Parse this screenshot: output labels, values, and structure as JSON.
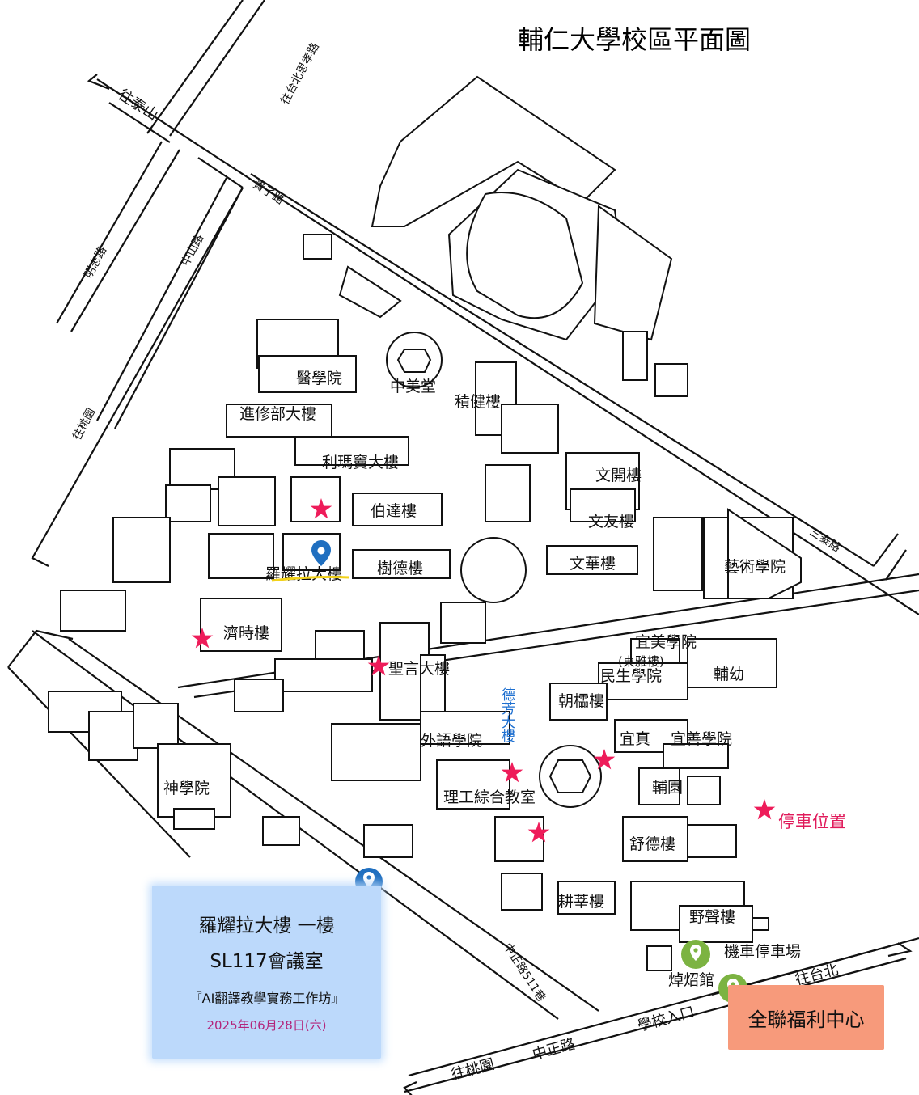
{
  "title": "輔仁大學校區平面圖",
  "roads": {
    "taishan": "往泰山",
    "xiao_bei_si": "往台北思孝路",
    "zhongzheng": "中正路",
    "to_taoyuan_bottom": "往桃園",
    "to_taipei": "往台北",
    "school_entrance": "學校入口",
    "guizi": "貴子路",
    "mingzhi": "明志路",
    "zhongshan": "中山路",
    "to_taoyuan_left": "往桃園",
    "santai": "三泰路",
    "zhongzheng_lane": "中正路511巷"
  },
  "buildings": {
    "medicine": "醫學院",
    "zhongmei": "中美堂",
    "jijian": "積健樓",
    "jinxiu": "進修部大樓",
    "limadou": "利瑪竇大樓",
    "boda": "伯達樓",
    "wenkai": "文開樓",
    "wenyou": "文友樓",
    "luoyaola": "羅耀拉大樓",
    "shude": "樹德樓",
    "wenhua": "文華樓",
    "art": "藝術學院",
    "jishi": "濟時樓",
    "shengyan": "聖言大樓",
    "yimei": "宜美學院",
    "dongya": "(東雅樓)",
    "minsheng": "民生學院",
    "fuyou": "輔幼",
    "defang": "德芳大樓",
    "chaolan": "朝櫺樓",
    "waiyu": "外語學院",
    "yizhen": "宜真",
    "yishan": "宜善學院",
    "shenxue": "神學院",
    "ligong": "理工綜合教室",
    "fuyuan": "輔園",
    "shude2": "舒德樓",
    "gengxin": "耕莘樓",
    "yesheng": "野聲樓",
    "motor_parking": "機車停車場",
    "zhuozhao": "焯炤館"
  },
  "legend": {
    "parking": "停車位置"
  },
  "info": {
    "line1": "羅耀拉大樓 一樓",
    "line2": "SL117會議室",
    "line3": "『AI翻譯教學實務工作坊』",
    "line4": "2025年06月28日(六)"
  },
  "store": {
    "label": "全聯福利中心"
  },
  "colors": {
    "star": "#ee1c5a",
    "pin_blue": "#1f6fc0",
    "pin_green": "#7cb342",
    "info_bg": "#bcd9fb",
    "store_bg": "#f79a7b",
    "highlight": "#f2d21b"
  }
}
